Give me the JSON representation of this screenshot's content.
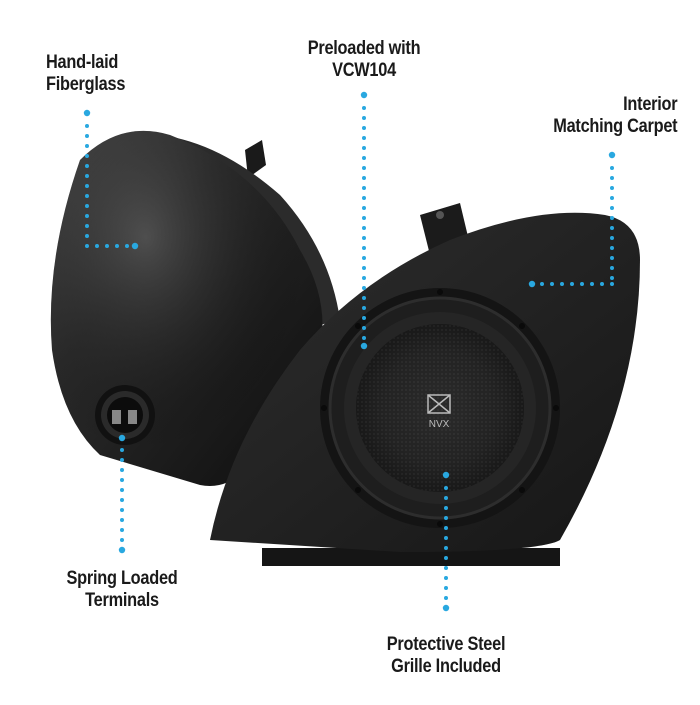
{
  "callouts": {
    "fiberglass": {
      "line1": "Hand-laid",
      "line2": "Fiberglass"
    },
    "preloaded": {
      "line1": "Preloaded with",
      "line2": "VCW104"
    },
    "carpet": {
      "line1": "Interior",
      "line2": "Matching Carpet"
    },
    "terminals": {
      "line1": "Spring Loaded",
      "line2": "Terminals"
    },
    "grille": {
      "line1": "Protective Steel",
      "line2": "Grille Included"
    }
  },
  "brand_logo_text": "NVX",
  "colors": {
    "accent_dot": "#29a8e0",
    "background": "#ffffff",
    "label_text": "#1a1a1a",
    "enclosure": "#1c1c1c",
    "carpet": "#232323"
  }
}
